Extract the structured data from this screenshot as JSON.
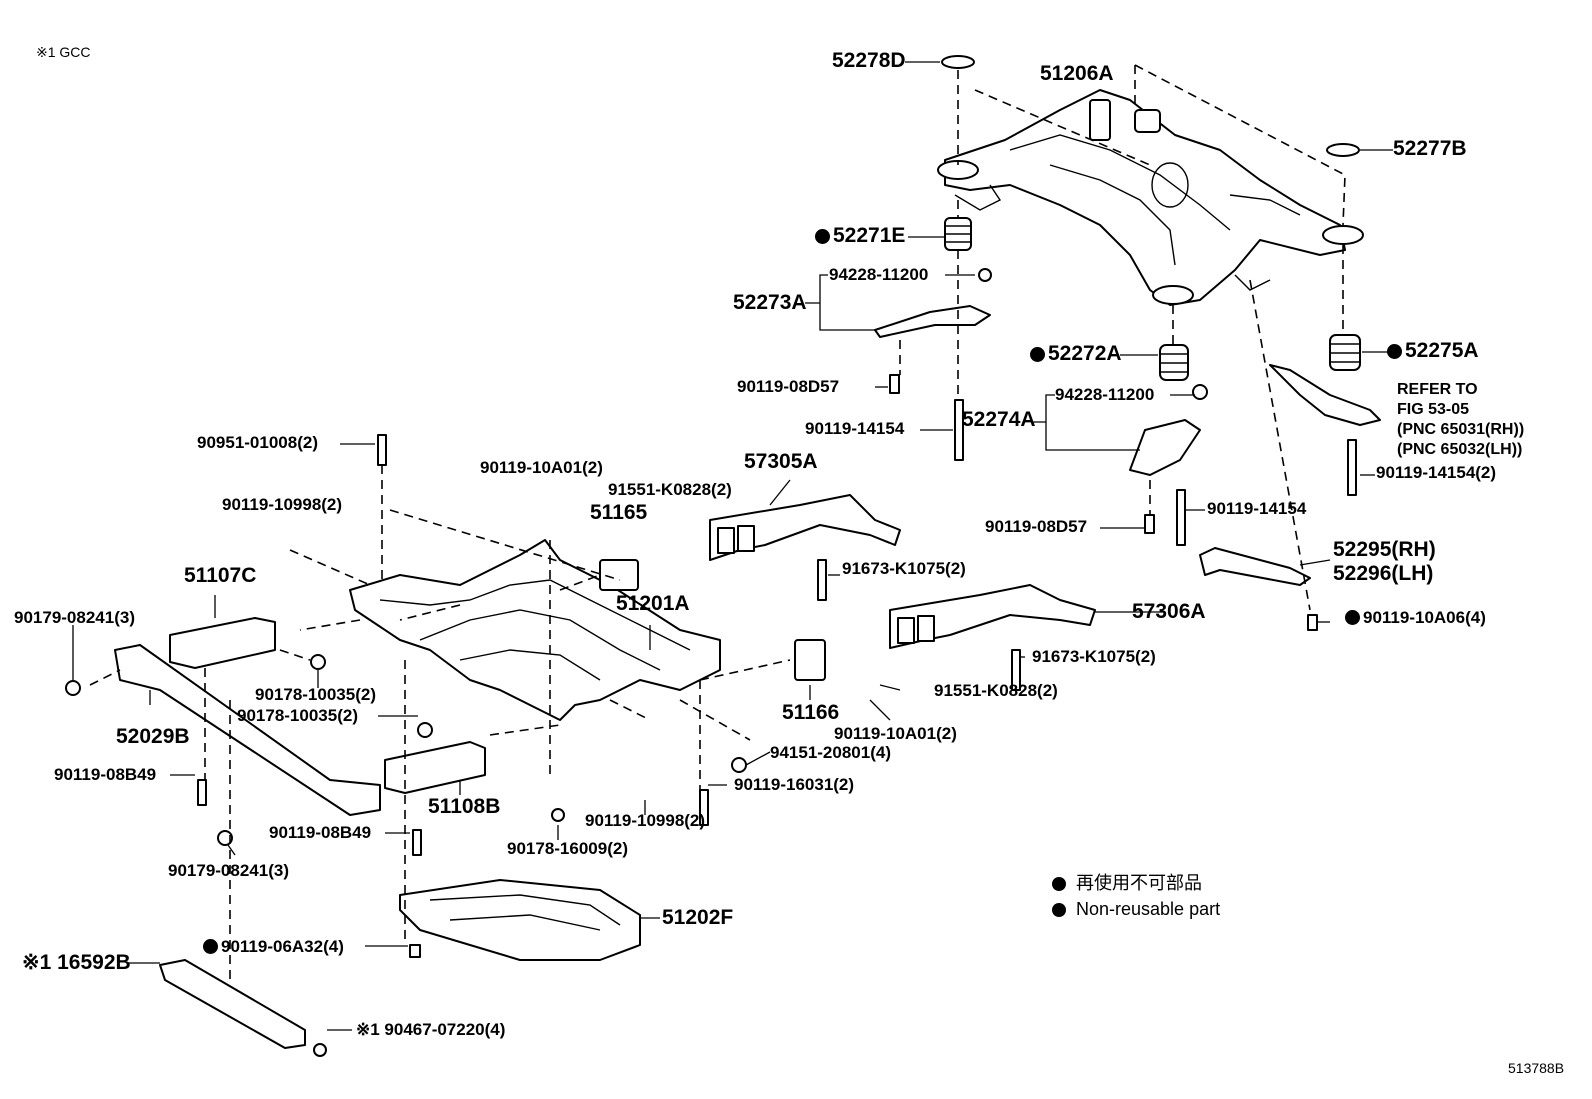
{
  "header_note": "※1 GCC",
  "footer_code": "513788B",
  "legend": {
    "ja": "再使用不可部品",
    "en": "Non-reusable part"
  },
  "refer": {
    "line1": "REFER TO",
    "line2": "FIG 53-05",
    "line3": "(PNC 65031(RH))",
    "line4": "(PNC 65032(LH))"
  },
  "labels": {
    "p52278D": "52278D",
    "p51206A": "51206A",
    "p52277B": "52277B",
    "p52271E": "52271E",
    "p94228_a": "94228-11200",
    "p52273A": "52273A",
    "p52272A": "52272A",
    "p52275A": "52275A",
    "p90119_08D57_a": "90119-08D57",
    "p94228_b": "94228-11200",
    "p90119_14154_a": "90119-14154",
    "p52274A": "52274A",
    "p90951": "90951-01008(2)",
    "p90119_10A01_a": "90119-10A01(2)",
    "p57305A": "57305A",
    "p91551_a": "91551-K0828(2)",
    "p90119_14154_2": "90119-14154(2)",
    "p90119_10998_a": "90119-10998(2)",
    "p51165": "51165",
    "p90119_08D57_b": "90119-08D57",
    "p90119_14154_b": "90119-14154",
    "p51107C": "51107C",
    "p52295": "52295(RH)",
    "p52296": "52296(LH)",
    "p91673_a": "91673-K1075(2)",
    "p51201A": "51201A",
    "p90179_a": "90179-08241(3)",
    "p57306A": "57306A",
    "p90119_10A06": "90119-10A06(4)",
    "p91673_b": "91673-K1075(2)",
    "p90178_10035_a": "90178-10035(2)",
    "p91551_b": "91551-K0828(2)",
    "p52029B": "52029B",
    "p90178_10035_b": "90178-10035(2)",
    "p51166": "51166",
    "p90119_10A01_b": "90119-10A01(2)",
    "p94151": "94151-20801(4)",
    "p90119_08B49_a": "90119-08B49",
    "p90119_16031": "90119-16031(2)",
    "p51108B": "51108B",
    "p90119_08B49_b": "90119-08B49",
    "p90119_10998_b": "90119-10998(2)",
    "p90178_16009": "90178-16009(2)",
    "p90179_b": "90179-08241(3)",
    "p51202F": "51202F",
    "p90119_06A32": "90119-06A32(4)",
    "p16592B": "※1 16592B",
    "p90467": "※1 90467-07220(4)"
  }
}
